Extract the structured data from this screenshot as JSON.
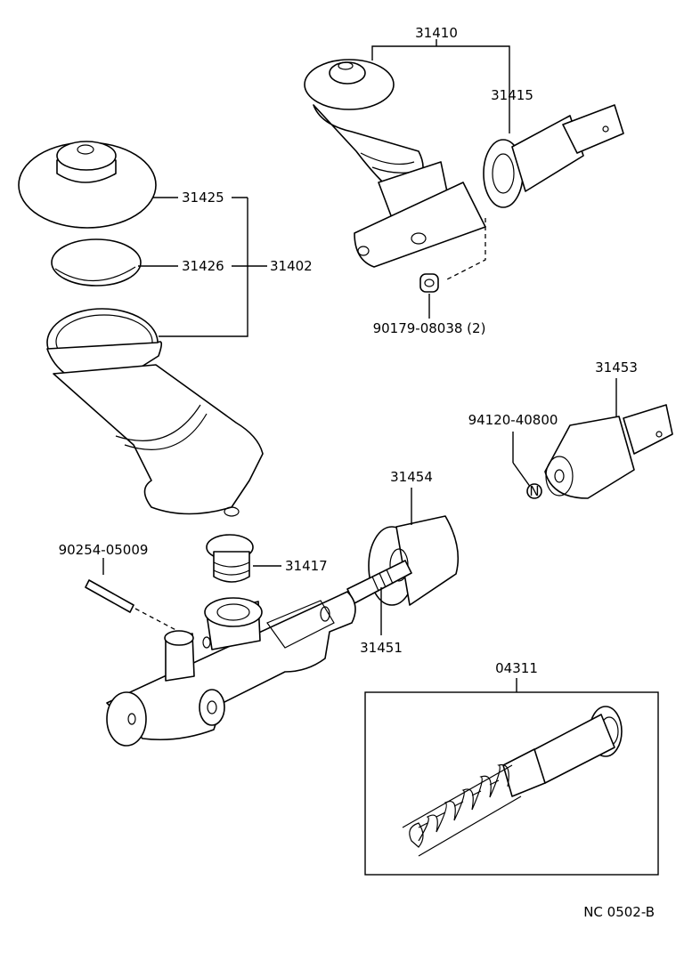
{
  "diagram": {
    "code": "NC 0502-B",
    "parts": {
      "p31410": "31410",
      "p31415": "31415",
      "p31425": "31425",
      "p31426": "31426",
      "p31402": "31402",
      "p90179": "90179-08038 (2)",
      "p31453": "31453",
      "p94120": "94120-40800",
      "p31454": "31454",
      "p90254": "90254-05009",
      "p31417": "31417",
      "p31451": "31451",
      "p04311": "04311",
      "nut_mark": "N"
    }
  }
}
